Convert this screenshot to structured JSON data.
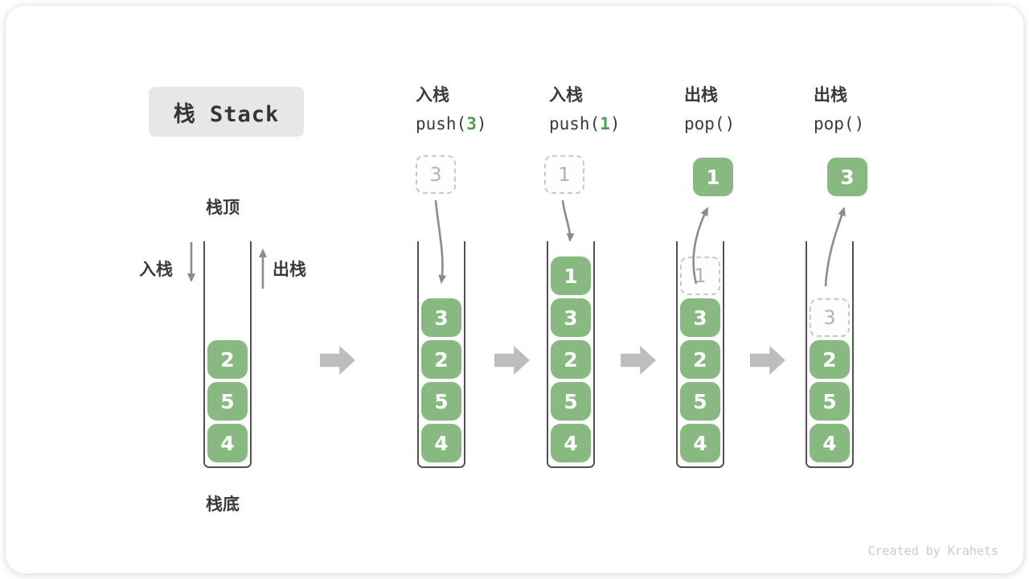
{
  "title": "栈 Stack",
  "footer": "Created by Krahets",
  "labels": {
    "stack_top": "栈顶",
    "stack_bottom": "栈底",
    "push_side": "入栈",
    "pop_side": "出栈"
  },
  "operations": [
    {
      "label": "入栈",
      "fn": "push(",
      "arg": "3",
      "close": ")"
    },
    {
      "label": "入栈",
      "fn": "push(",
      "arg": "1",
      "close": ")"
    },
    {
      "label": "出栈",
      "fn": "pop(",
      "arg": "",
      "close": ")"
    },
    {
      "label": "出栈",
      "fn": "pop(",
      "arg": "",
      "close": ")"
    }
  ],
  "stacks": [
    {
      "blocks": [
        "2",
        "5",
        "4"
      ]
    },
    {
      "blocks": [
        "3",
        "2",
        "5",
        "4"
      ],
      "incoming": "3"
    },
    {
      "blocks": [
        "1",
        "3",
        "2",
        "5",
        "4"
      ],
      "incoming": "1"
    },
    {
      "blocks": [
        "3",
        "2",
        "5",
        "4"
      ],
      "ghost": "1",
      "popped": "1"
    },
    {
      "blocks": [
        "2",
        "5",
        "4"
      ],
      "ghost": "3",
      "popped": "3"
    }
  ],
  "colors": {
    "block_green": "#87b981",
    "code_arg_green": "#4ea14b",
    "curve_arrow_gray": "#8c8c8c",
    "block_arrow_gray": "#bdbdbd",
    "title_box_bg": "#e7e7e7"
  }
}
